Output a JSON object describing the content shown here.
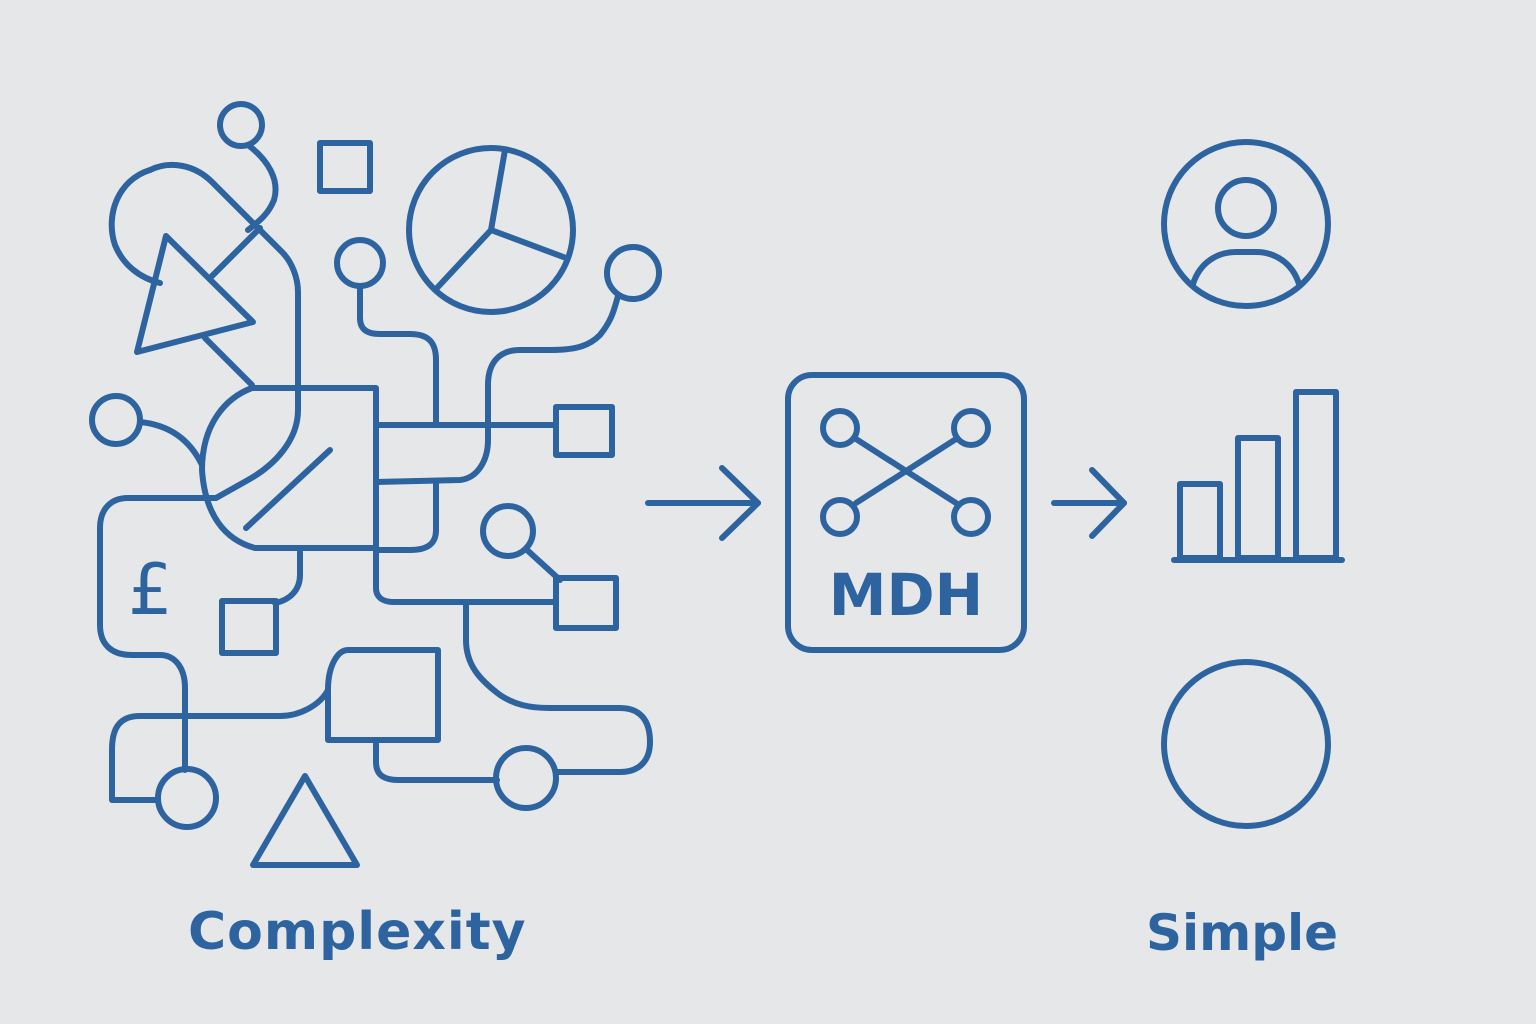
{
  "labels": {
    "left": "Complexity",
    "right": "Simple"
  },
  "hub": {
    "text": "MDH"
  },
  "symbols": {
    "currency": "£"
  },
  "colors": {
    "background": "#e6e7e9",
    "stroke": "#2d64a0"
  },
  "icons": {
    "output_top": "user-avatar-icon",
    "output_middle": "bar-chart-icon",
    "output_bottom": "circle-icon"
  }
}
